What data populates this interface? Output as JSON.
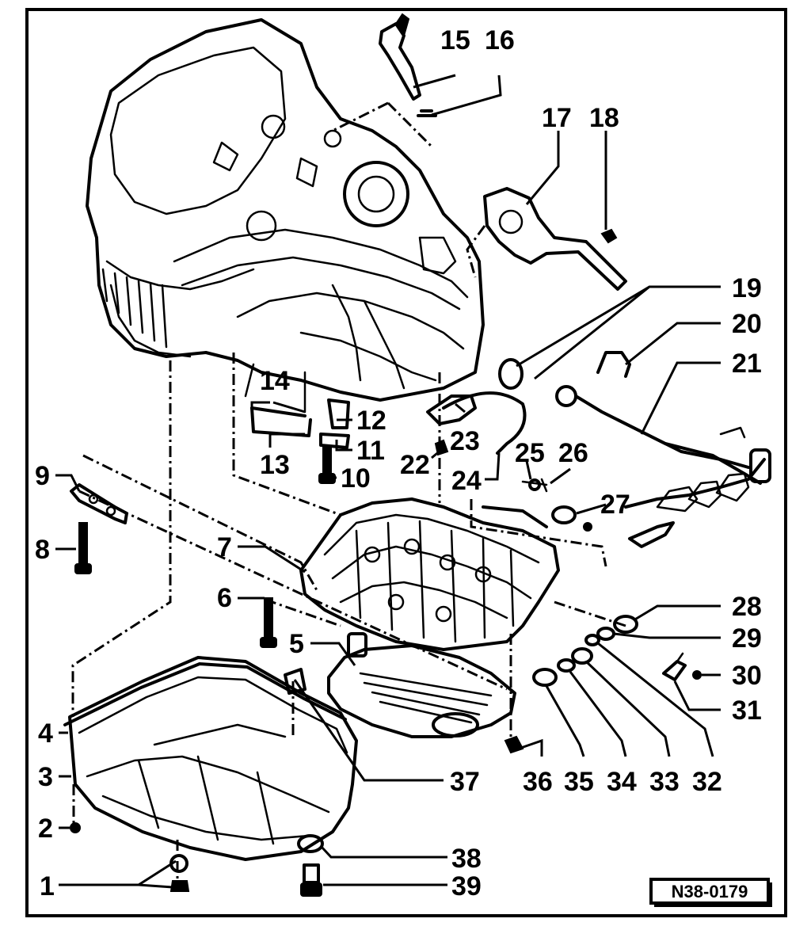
{
  "diagram": {
    "reference_number": "N38-0179",
    "callouts": {
      "c1": "1",
      "c2": "2",
      "c3": "3",
      "c4": "4",
      "c5": "5",
      "c6": "6",
      "c7": "7",
      "c8": "8",
      "c9": "9",
      "c10": "10",
      "c11": "11",
      "c12": "12",
      "c13": "13",
      "c14": "14",
      "c15": "15",
      "c16": "16",
      "c17": "17",
      "c18": "18",
      "c19": "19",
      "c20": "20",
      "c21": "21",
      "c22": "22",
      "c23": "23",
      "c24": "24",
      "c25": "25",
      "c26": "26",
      "c27": "27",
      "c28": "28",
      "c29": "29",
      "c30": "30",
      "c31": "31",
      "c32": "32",
      "c33": "33",
      "c34": "34",
      "c35": "35",
      "c36": "36",
      "c37": "37",
      "c38": "38",
      "c39": "39"
    }
  }
}
